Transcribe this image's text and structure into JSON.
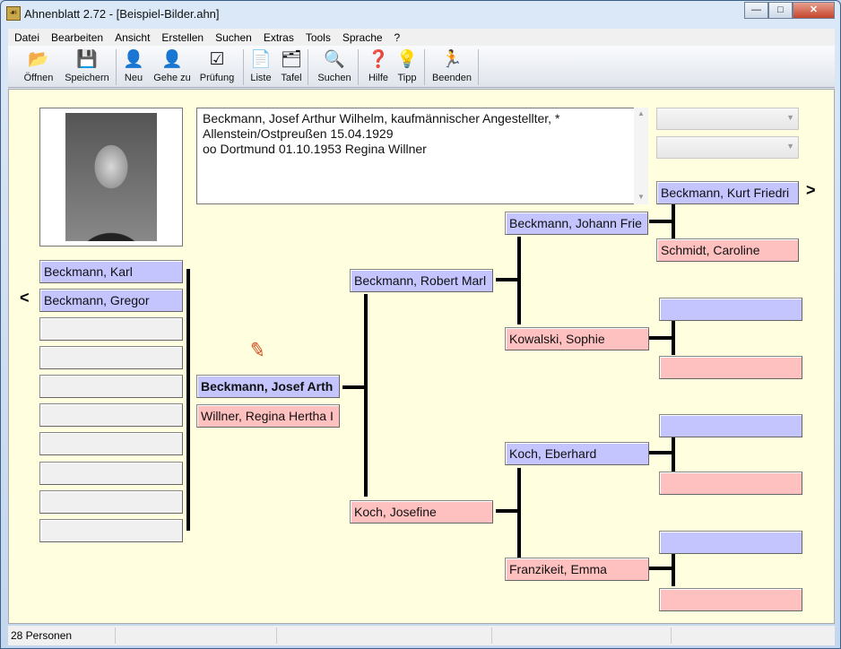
{
  "window": {
    "title": "Ahnenblatt 2.72 - [Beispiel-Bilder.ahn]",
    "minimize": "—",
    "maximize": "□",
    "close": "✕"
  },
  "menu": [
    "Datei",
    "Bearbeiten",
    "Ansicht",
    "Erstellen",
    "Suchen",
    "Extras",
    "Tools",
    "Sprache",
    "?"
  ],
  "toolbar": [
    {
      "label": "Öffnen",
      "icon": "open-folder-icon",
      "glyph": "📂"
    },
    {
      "label": "Speichern",
      "icon": "save-icon",
      "glyph": "💾"
    },
    {
      "label": "Neu",
      "icon": "new-person-icon",
      "glyph": "👤"
    },
    {
      "label": "Gehe zu",
      "icon": "goto-person-icon",
      "glyph": "👤"
    },
    {
      "label": "Prüfung",
      "icon": "check-icon",
      "glyph": "☑"
    },
    {
      "label": "Liste",
      "icon": "list-icon",
      "glyph": "📄"
    },
    {
      "label": "Tafel",
      "icon": "tree-chart-icon",
      "glyph": "🗂"
    },
    {
      "label": "Suchen",
      "icon": "search-icon",
      "glyph": "🔍"
    },
    {
      "label": "Hilfe",
      "icon": "help-icon",
      "glyph": "❓"
    },
    {
      "label": "Tipp",
      "icon": "lightbulb-icon",
      "glyph": "💡"
    },
    {
      "label": "Beenden",
      "icon": "exit-icon",
      "glyph": "🏃"
    }
  ],
  "notes": [
    "Beckmann, Josef Arthur Wilhelm, kaufmännischer Angestellter, *",
    "Allenstein/Ostpreußen 15.04.1929",
    "oo Dortmund 01.10.1953 Regina Willner"
  ],
  "children": [
    "Beckmann, Karl",
    "Beckmann, Gregor",
    "",
    "",
    "",
    "",
    "",
    "",
    "",
    ""
  ],
  "nav": {
    "back": "<",
    "forward": ">"
  },
  "person": {
    "name": "Beckmann, Josef Arth",
    "spouse": "Willner, Regina Hertha I"
  },
  "parents": {
    "father": "Beckmann, Robert Marl",
    "mother": "Koch, Josefine"
  },
  "grandparents": {
    "ff": "Beckmann, Johann Frie",
    "fm": "Kowalski, Sophie",
    "mf": "Koch, Eberhard",
    "mm": "Franzikeit, Emma"
  },
  "great_grandparents": {
    "fff": "Beckmann, Kurt Friedri",
    "ffm": "Schmidt, Caroline"
  },
  "status": {
    "count": "28 Personen"
  }
}
